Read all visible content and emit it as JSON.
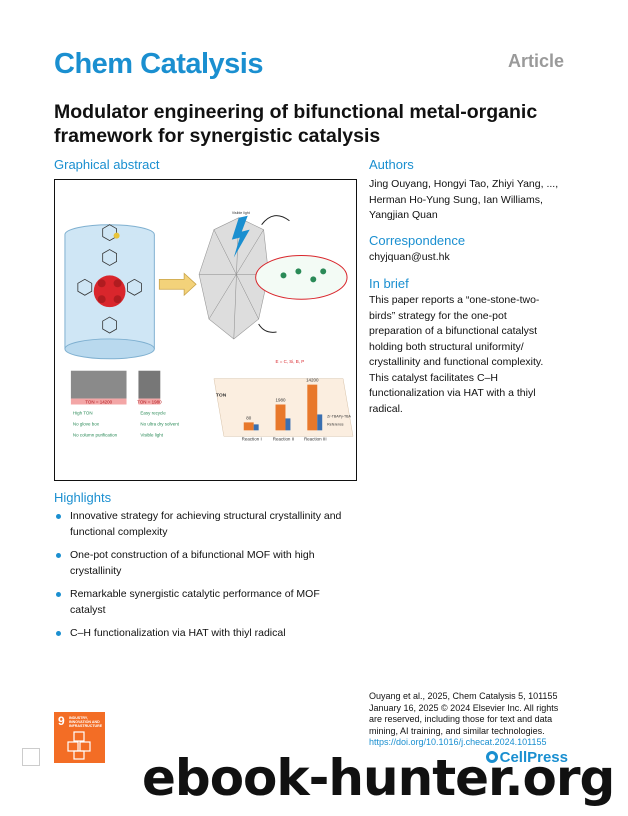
{
  "header": {
    "journal": "Chem Catalysis",
    "article_type": "Article"
  },
  "title": "Modulator engineering of bifunctional metal-organic framework for synergistic catalysis",
  "graphical_abstract": {
    "heading": "Graphical abstract",
    "labels": {
      "ton_label": "TON",
      "ton_left": "TON = 14200",
      "ton_right": "TON = 1980",
      "bar_values": [
        "80",
        "1980",
        "14200"
      ],
      "reactions": [
        "Reaction I",
        "Reaction II",
        "Reaction III"
      ],
      "legend_a": "Zr-TBAPy-TBA",
      "legend_b": "Reference",
      "feature_left": [
        "High TON",
        "No glove box",
        "No column purification"
      ],
      "feature_right": [
        "Easy recycle",
        "No ultra dry solvent",
        "Visible light"
      ],
      "element_note": "E = C, Si, B, P",
      "visible_light": "Visible light"
    }
  },
  "authors": {
    "heading": "Authors",
    "lines": [
      "Jing Ouyang, Hongyi Tao, Zhiyi Yang, ...,",
      "Herman Ho-Yung Sung, Ian Williams,",
      "Yangjian Quan"
    ]
  },
  "correspondence": {
    "heading": "Correspondence",
    "email": "chyjquan@ust.hk"
  },
  "in_brief": {
    "heading": "In brief",
    "lines": [
      "This paper reports a “one-stone-two-",
      "birds” strategy for the one-pot",
      "preparation of a bifunctional catalyst",
      "holding both structural uniformity/",
      "crystallinity and functional complexity.",
      "This catalyst facilitates C–H",
      "functionalization via HAT with a thiyl",
      "radical."
    ]
  },
  "highlights": {
    "heading": "Highlights",
    "items": [
      [
        "Innovative strategy for achieving structural crystallinity and",
        "functional complexity"
      ],
      [
        "One-pot construction of a bifunctional MOF with high",
        "crystallinity"
      ],
      [
        "Remarkable synergistic catalytic performance of MOF",
        "catalyst"
      ],
      [
        "C–H functionalization via HAT with thiyl radical"
      ]
    ]
  },
  "citation": {
    "lines": [
      "Ouyang et al., 2025, Chem Catalysis 5, 101155",
      "January 16, 2025 © 2024 Elsevier Inc. All rights",
      "are reserved, including those for text and data",
      "mining, AI training, and similar technologies."
    ],
    "doi": "https://doi.org/10.1016/j.checat.2024.101155"
  },
  "sdg": {
    "number": "9",
    "label": "INDUSTRY, INNOVATION AND INFRASTRUCTURE"
  },
  "publisher": "CellPress",
  "watermark": "ebook-hunter.org",
  "colors": {
    "accent": "#1a8fd0",
    "sdg_orange": "#f36d25",
    "muted": "#9a9a9a"
  }
}
